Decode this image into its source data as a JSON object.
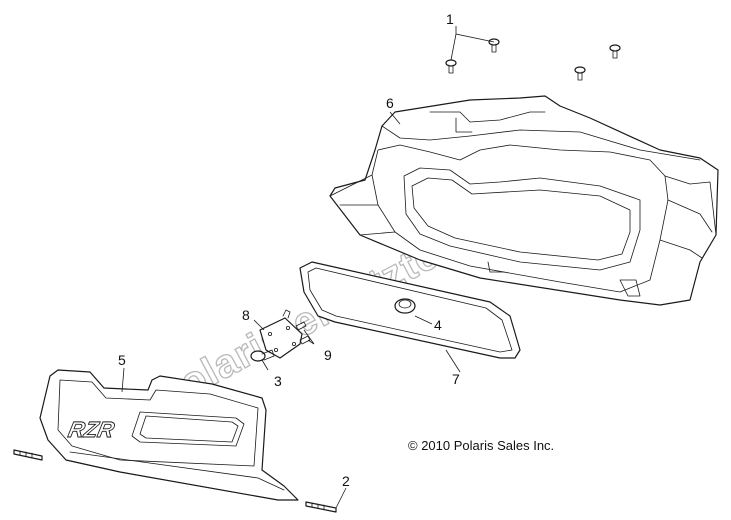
{
  "callouts": {
    "c1": "1",
    "c2": "2",
    "c3": "3",
    "c4": "4",
    "c5": "5",
    "c6": "6",
    "c7": "7",
    "c8": "8",
    "c9": "9"
  },
  "copyright": "© 2010 Polaris Sales Inc.",
  "watermark": "www.polaris-ersatzteile.de",
  "logo_text": "RZR"
}
